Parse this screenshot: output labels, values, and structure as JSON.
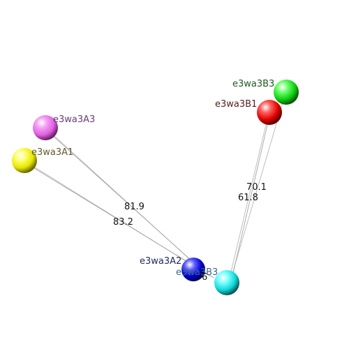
{
  "atoms": [
    {
      "id": "A3",
      "label": "e3wa3A3",
      "color": "#f070f0",
      "label_color": "#6a3a78"
    },
    {
      "id": "A1",
      "label": "e3wa3A1",
      "color": "#f2f200",
      "label_color": "#5f5a2a"
    },
    {
      "id": "B3",
      "label": "e3wa3B3",
      "color": "#16e016",
      "label_color": "#1f5a1f"
    },
    {
      "id": "B1",
      "label": "e3wa3B1",
      "color": "#ee0000",
      "label_color": "#5a1a1a"
    },
    {
      "id": "A2",
      "label": "e3wa3A2",
      "color": "#1010dd",
      "label_color": "#1f2a5a"
    },
    {
      "id": "B2",
      "label": "e3wa3B3",
      "color": "#12e0e0",
      "label_color": "#3a6a8a"
    }
  ],
  "distances": [
    {
      "label": "81.9"
    },
    {
      "label": "83.2"
    },
    {
      "label": "70.1"
    },
    {
      "label": "61.8"
    },
    {
      "label": "6"
    }
  ]
}
